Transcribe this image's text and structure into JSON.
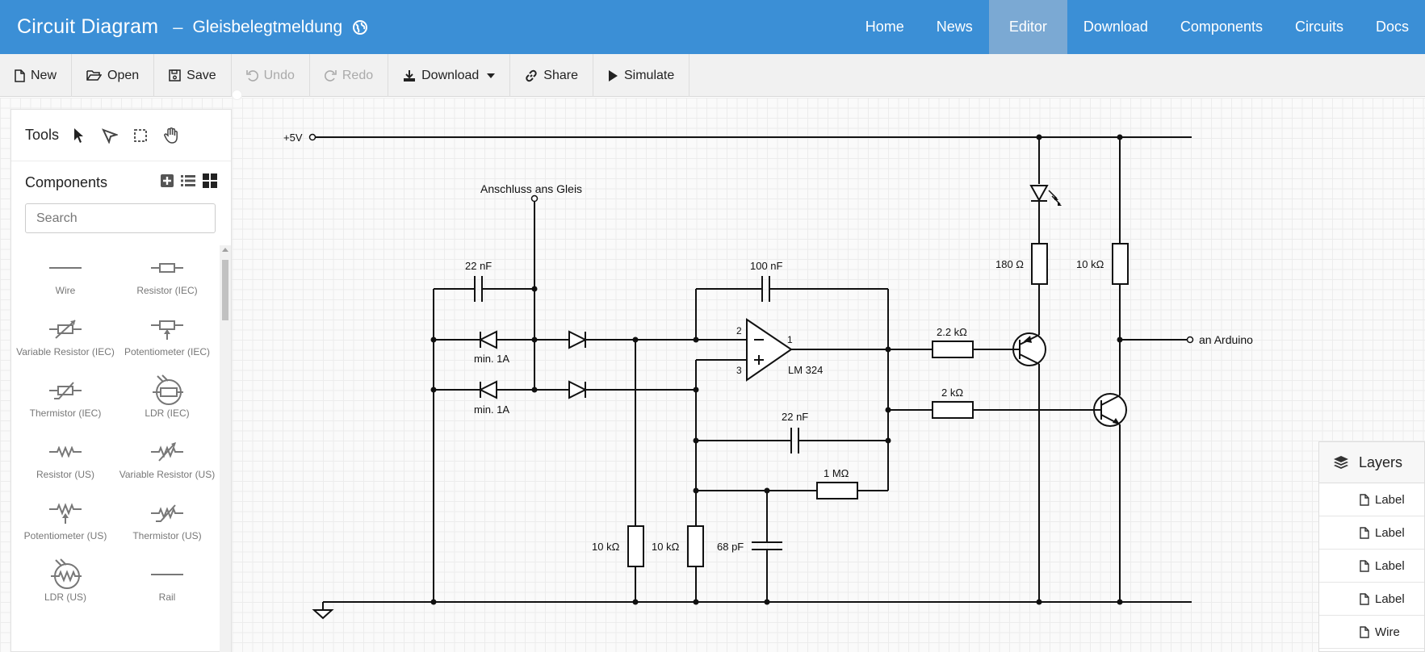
{
  "header": {
    "brand": "Circuit Diagram",
    "separator": "–",
    "document_title": "Gleisbelegtmeldung",
    "nav": [
      {
        "label": "Home"
      },
      {
        "label": "News"
      },
      {
        "label": "Editor"
      },
      {
        "label": "Download"
      },
      {
        "label": "Components"
      },
      {
        "label": "Circuits"
      },
      {
        "label": "Docs"
      }
    ]
  },
  "toolbar": {
    "new": "New",
    "open": "Open",
    "save": "Save",
    "undo": "Undo",
    "redo": "Redo",
    "download": "Download",
    "share": "Share",
    "simulate": "Simulate"
  },
  "sidebar": {
    "tools_label": "Tools",
    "components_label": "Components",
    "search_placeholder": "Search",
    "components": [
      {
        "name": "Wire",
        "icon": "wire-icon"
      },
      {
        "name": "Resistor (IEC)",
        "icon": "resistor-iec-icon"
      },
      {
        "name": "Variable Resistor (IEC)",
        "icon": "variable-resistor-iec-icon"
      },
      {
        "name": "Potentiometer (IEC)",
        "icon": "potentiometer-iec-icon"
      },
      {
        "name": "Thermistor (IEC)",
        "icon": "thermistor-iec-icon"
      },
      {
        "name": "LDR (IEC)",
        "icon": "ldr-iec-icon"
      },
      {
        "name": "Resistor (US)",
        "icon": "resistor-us-icon"
      },
      {
        "name": "Variable Resistor (US)",
        "icon": "variable-resistor-us-icon"
      },
      {
        "name": "Potentiometer (US)",
        "icon": "potentiometer-us-icon"
      },
      {
        "name": "Thermistor (US)",
        "icon": "thermistor-us-icon"
      },
      {
        "name": "LDR (US)",
        "icon": "ldr-us-icon"
      },
      {
        "name": "Rail",
        "icon": "rail-icon"
      }
    ]
  },
  "circuit": {
    "labels": {
      "supply": "+5V",
      "track": "Anschluss ans Gleis",
      "c1": "22 nF",
      "c2": "100 nF",
      "c3": "22 nF",
      "c4": "68 pF",
      "d1": "min. 1A",
      "d2": "min. 1A",
      "r1": "10 kΩ",
      "r2": "10 kΩ",
      "r3": "1 MΩ",
      "r4": "2.2 kΩ",
      "r5": "2 kΩ",
      "r6": "180 Ω",
      "r7": "10 kΩ",
      "opamp": "LM 324",
      "pin2": "2",
      "pin3": "3",
      "pin1": "1",
      "output": "an Arduino"
    }
  },
  "layers": {
    "title": "Layers",
    "items": [
      {
        "label": "Label"
      },
      {
        "label": "Label"
      },
      {
        "label": "Label"
      },
      {
        "label": "Label"
      },
      {
        "label": "Wire"
      }
    ]
  }
}
